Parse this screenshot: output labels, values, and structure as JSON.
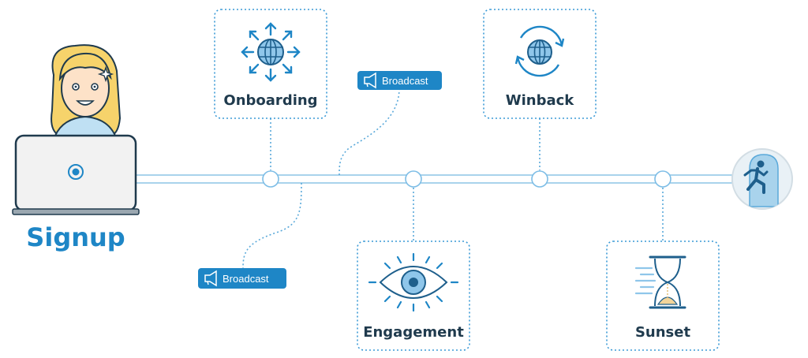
{
  "signup": {
    "label": "Signup"
  },
  "stages": {
    "onboarding": {
      "label": "Onboarding"
    },
    "winback": {
      "label": "Winback"
    },
    "engagement": {
      "label": "Engagement"
    },
    "sunset": {
      "label": "Sunset"
    }
  },
  "broadcasts": {
    "top": {
      "label": "Broadcast"
    },
    "bottom": {
      "label": "Broadcast"
    }
  },
  "icons": {
    "onboarding": "arrows-globe-icon",
    "winback": "refresh-globe-icon",
    "engagement": "eye-icon",
    "sunset": "hourglass-icon",
    "exit": "exit-running-man-icon",
    "broadcast": "megaphone-icon"
  },
  "colors": {
    "accent": "#1e86c6",
    "timeline": "#a9d3ec",
    "card_border": "#3a9ad6",
    "icon_light": "#8fc6ea",
    "label_dark": "#1f3a4d"
  }
}
